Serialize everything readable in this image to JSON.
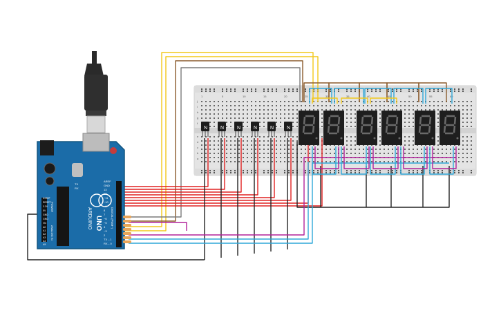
{
  "board": {
    "brand": "ARDUINO",
    "model": "UNO",
    "label_tx": "TX",
    "label_rx": "RX",
    "label_power": "POWER",
    "label_analog": "ANALOG IN",
    "label_digital": "DIGITAL (PWM~)",
    "power_pins": [
      "IOREF",
      "RESET",
      "3.3V",
      "5V",
      "GND",
      "GND",
      "Vin"
    ],
    "analog_pins": [
      "A0",
      "A1",
      "A2",
      "A3",
      "A4",
      "A5"
    ],
    "digital_pins": [
      "AREF",
      "GND",
      "13",
      "12",
      "~11",
      "~10",
      "~9",
      "8",
      "7",
      "~6",
      "~5",
      "4",
      "~3",
      "2",
      "TX→1",
      "RX←0"
    ],
    "color": "#1b6ca8"
  },
  "transistors": {
    "count": 6,
    "marker": "N"
  },
  "displays": {
    "count": 6,
    "digit_glyph": "8",
    "grouping": [
      2,
      2,
      2
    ]
  },
  "breadboard": {
    "row_labels_top": [
      "j",
      "i",
      "h",
      "g",
      "f"
    ],
    "row_labels_bottom": [
      "e",
      "d",
      "c",
      "b",
      "a"
    ],
    "column_labels": [
      "1",
      "5",
      "10",
      "15",
      "20",
      "25",
      "30",
      "35",
      "40",
      "45",
      "50",
      "55",
      "60"
    ]
  },
  "colors": {
    "wire_red": "#e02020",
    "wire_black": "#222222",
    "wire_purple": "#b0209a",
    "wire_cyan": "#2ea7d8",
    "wire_brown": "#8a5a2b",
    "wire_yellow": "#f2c81a",
    "wire_grey": "#7a7a7a",
    "resistor": "#e8a55a",
    "board": "#1b6ca8",
    "display_body": "#1e1e1e",
    "segment": "#6a6a6a"
  }
}
